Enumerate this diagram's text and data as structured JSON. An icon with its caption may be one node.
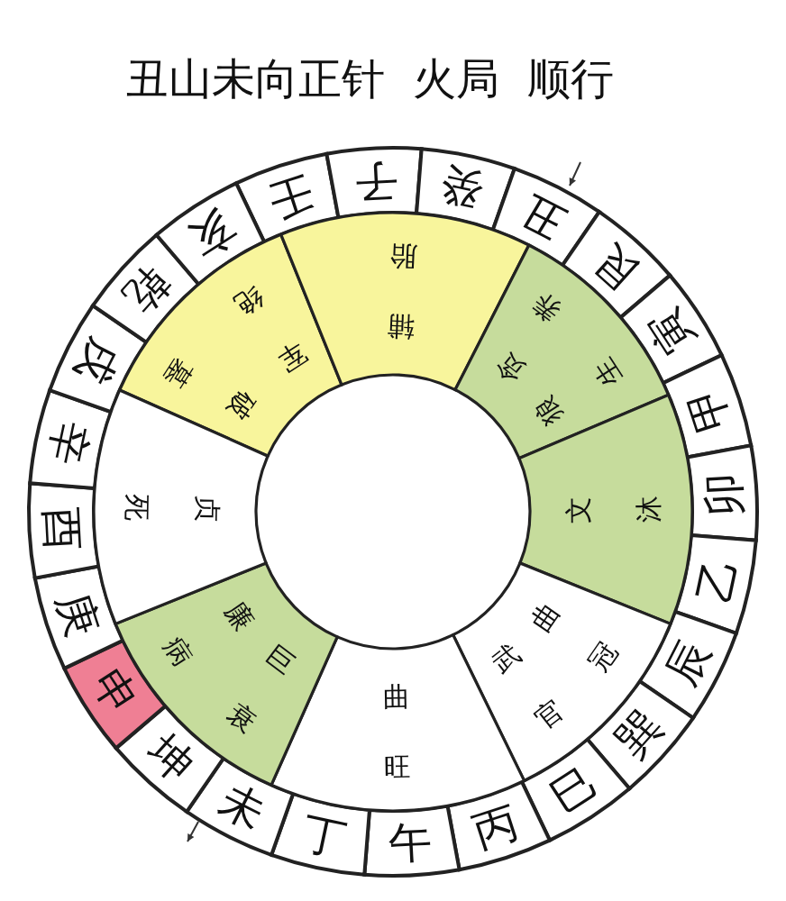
{
  "diagram": {
    "title": "丑山未向正针  火局  顺行",
    "nodes": [
      {
        "text": [
          "壬"
        ]
      },
      {
        "text": [
          "子"
        ]
      },
      {
        "text": [
          "癸"
        ]
      },
      {
        "text": [
          "丑"
        ]
      },
      {
        "text": [
          "艮"
        ]
      },
      {
        "text": [
          "寅"
        ]
      },
      {
        "text": [
          "甲"
        ]
      },
      {
        "text": [
          "卯"
        ]
      },
      {
        "text": [
          "乙"
        ]
      },
      {
        "text": [
          "辰"
        ]
      },
      {
        "text": [
          "巽"
        ]
      },
      {
        "text": [
          "巳"
        ]
      },
      {
        "text": [
          "丙"
        ]
      },
      {
        "text": [
          "午"
        ]
      },
      {
        "text": [
          "丁"
        ]
      },
      {
        "text": [
          "未"
        ]
      },
      {
        "text": [
          "坤"
        ]
      },
      {
        "text": [
          "申"
        ]
      },
      {
        "text": [
          "庚"
        ]
      },
      {
        "text": [
          "酉"
        ]
      },
      {
        "text": [
          "辛"
        ]
      },
      {
        "text": [
          "戌"
        ]
      },
      {
        "text": [
          "乾"
        ]
      },
      {
        "text": [
          "亥"
        ]
      },
      {
        "text": [
          "墓",
          "破",
          "军",
          "绝"
        ]
      },
      {
        "text": [
          "胎",
          "辅"
        ]
      },
      {
        "text": [
          "养",
          "贪",
          "狼",
          "生"
        ]
      },
      {
        "text": [
          "文",
          "沐"
        ]
      },
      {
        "text": [
          "曲",
          "冠",
          "武",
          "官"
        ]
      },
      {
        "text": [
          "曲",
          "旺"
        ]
      },
      {
        "text": [
          "衰",
          "巨",
          "廉",
          "病"
        ]
      },
      {
        "text": [
          "贞",
          "死"
        ]
      }
    ]
  }
}
